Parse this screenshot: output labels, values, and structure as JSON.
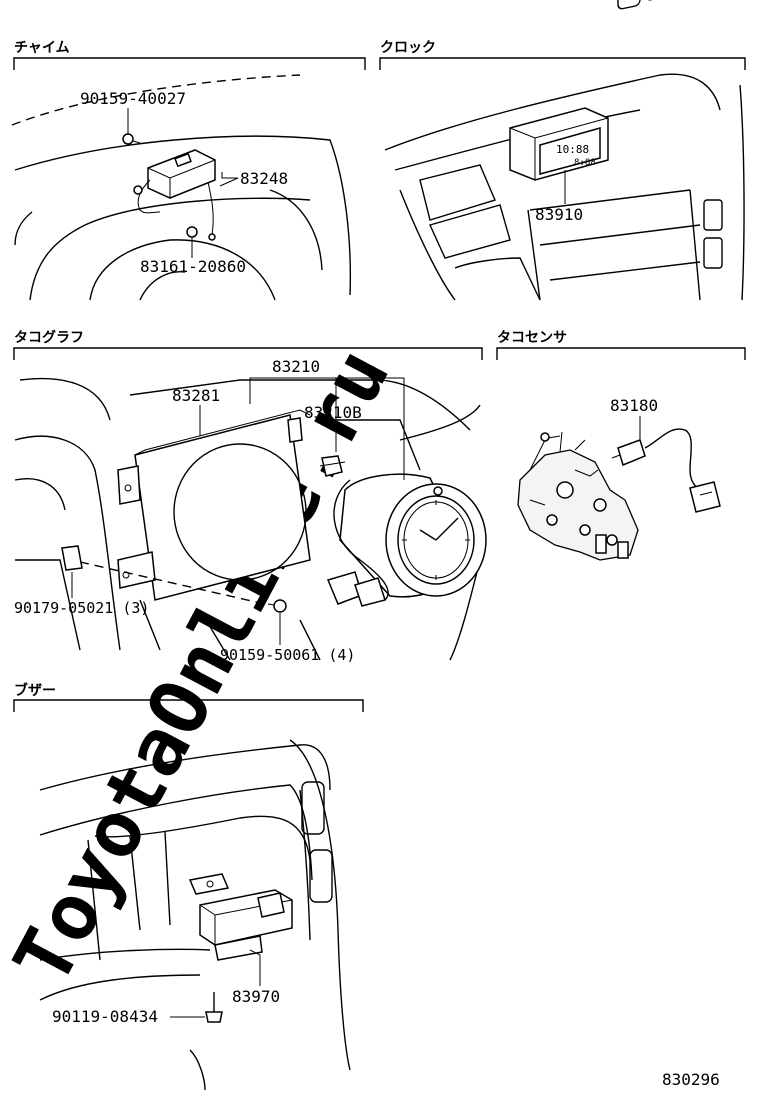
{
  "sections": {
    "chime": "チャイム",
    "clock": "クロック",
    "tachograph": "タコグラフ",
    "tacho_sensor": "タコセンサ",
    "buzzer": "ブザー"
  },
  "parts": {
    "p90159_40027": "90159-40027",
    "p83248": "83248",
    "p83161_20860": "83161-20860",
    "p83910": "83910",
    "p83210": "83210",
    "p83281": "83281",
    "p83210b": "83210B",
    "p83180": "83180",
    "p90179_05021": "90179-05021 (3)",
    "p90159_50061": "90159-50061 (4)",
    "p83970": "83970",
    "p90119_08434": "90119-08434"
  },
  "clock_display": {
    "time": "10:88",
    "sub": "8:88"
  },
  "diagram_number": "830296",
  "watermark": "ToyotaOnline.ru"
}
